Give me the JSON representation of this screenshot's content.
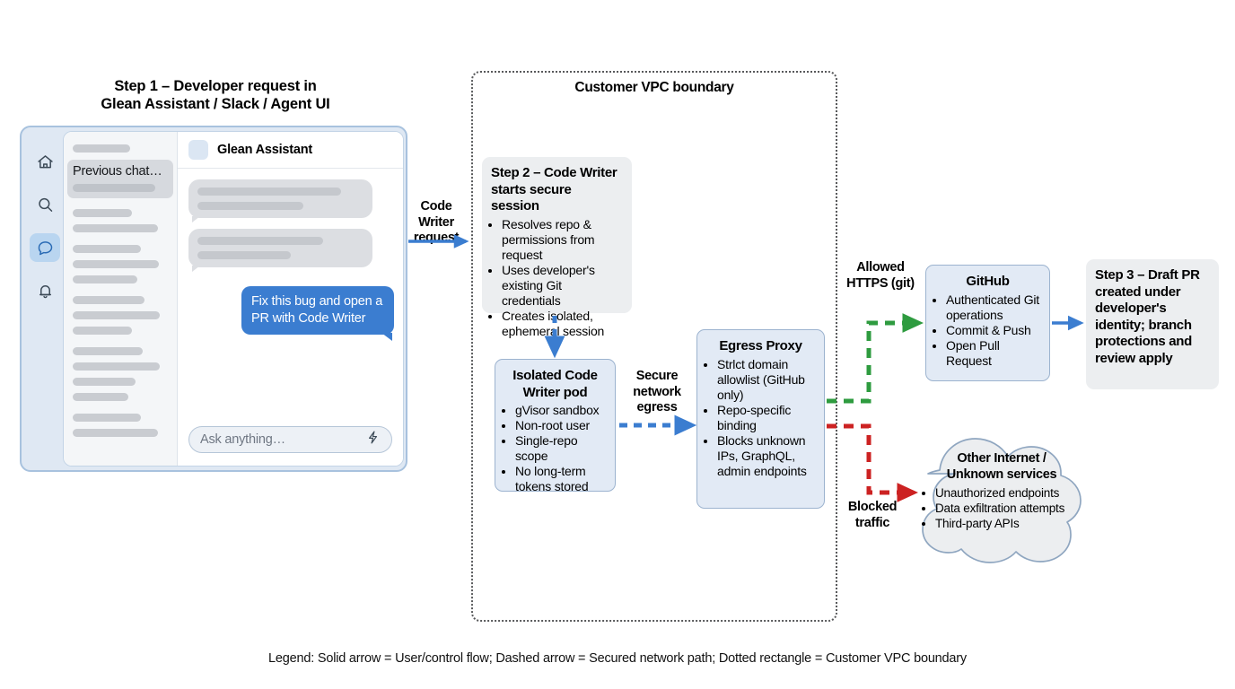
{
  "step1": {
    "title_line1": "Step 1 – Developer request in",
    "title_line2": "Glean Assistant / Slack / Agent UI",
    "rail_icons": [
      "home-icon",
      "search-icon",
      "chat-icon",
      "bell-icon"
    ],
    "chat_list_active_label": "Previous chat…",
    "assistant_name": "Glean Assistant",
    "user_message": "Fix this bug and open a PR with Code Writer",
    "ask_placeholder": "Ask anything…",
    "send_icon": "lightning-icon"
  },
  "vpc": {
    "title": "Customer VPC boundary"
  },
  "boxes": {
    "step2": {
      "title": "Step 2 – Code Writer starts secure session",
      "bullets": [
        "Resolves repo & permissions from request",
        "Uses developer's existing Git credentials",
        "Creates isolated, ephemeral session"
      ]
    },
    "pod": {
      "title": "Isolated Code Writer pod",
      "bullets": [
        "gVisor sandbox",
        "Non-root user",
        "Single-repo scope",
        "No long-term tokens stored"
      ]
    },
    "proxy": {
      "title": "Egress Proxy",
      "bullets": [
        "Strlct domain allowlist (GitHub only)",
        "Repo-specific binding",
        "Blocks unknown IPs, GraphQL, admin endpoints"
      ]
    },
    "github": {
      "title": "GitHub",
      "bullets": [
        "Authenticated Git operations",
        "Commit & Push",
        "Open Pull Request"
      ]
    },
    "step3": {
      "text": "Step 3 – Draft PR created under developer's identity; branch protections and review apply"
    },
    "cloud": {
      "title_line1": "Other Internet /",
      "title_line2": "Unknown services",
      "bullets": [
        "Unauthorized endpoints",
        "Data exfiltration attempts",
        "Third-party APIs"
      ]
    }
  },
  "edge_labels": {
    "code_writer_request": "Code Writer request",
    "secure_network_egress": "Secure network egress",
    "allowed_https": "Allowed HTTPS (git)",
    "blocked_traffic": "Blocked traffic"
  },
  "legend": {
    "text": "Legend: Solid arrow = User/control flow; Dashed arrow = Secured network path; Dotted rectangle = Customer VPC boundary"
  },
  "colors": {
    "accent_blue": "#3b7dd0",
    "box_blue_fill": "#e2eaf5",
    "box_blue_border": "#9cb3cf",
    "box_gray_fill": "#eceef0",
    "allowed_green": "#2e9b3f",
    "blocked_red": "#cc2222",
    "vpc_border": "#58595b"
  }
}
